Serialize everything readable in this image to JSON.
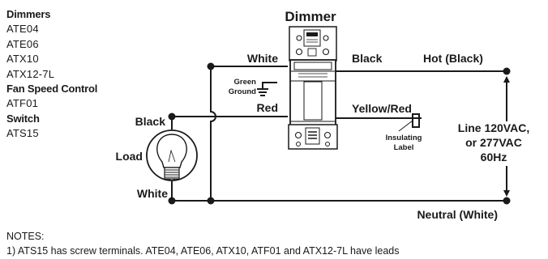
{
  "product_list": [
    {
      "heading": "Dimmers",
      "items": [
        "ATE04",
        "ATE06",
        "ATX10",
        "ATX12-7L"
      ]
    },
    {
      "heading": "Fan Speed Control",
      "items": [
        "ATF01"
      ]
    },
    {
      "heading": "Switch",
      "items": [
        "ATS15"
      ]
    }
  ],
  "diagram": {
    "title": "Dimmer",
    "wire_white": "White",
    "wire_black": "Black",
    "hot_black": "Hot (Black)",
    "green_ground_line1": "Green",
    "green_ground_line2": "Ground",
    "wire_red": "Red",
    "wire_yellow_red": "Yellow/Red",
    "insulating_label_line1": "Insulating",
    "insulating_label_line2": "Label",
    "load_black": "Black",
    "load": "Load",
    "load_white": "White",
    "line_voltage_1": "Line 120VAC,",
    "line_voltage_2": "or 277VAC",
    "line_voltage_3": "60Hz",
    "neutral_white": "Neutral (White)"
  },
  "notes": {
    "heading": "NOTES:",
    "note_1": "1) ATS15 has screw terminals. ATE04, ATE06, ATX10, ATF01 and ATX12-7L have leads"
  },
  "colors": {
    "line": "#1a1a1a",
    "background": "#ffffff"
  }
}
